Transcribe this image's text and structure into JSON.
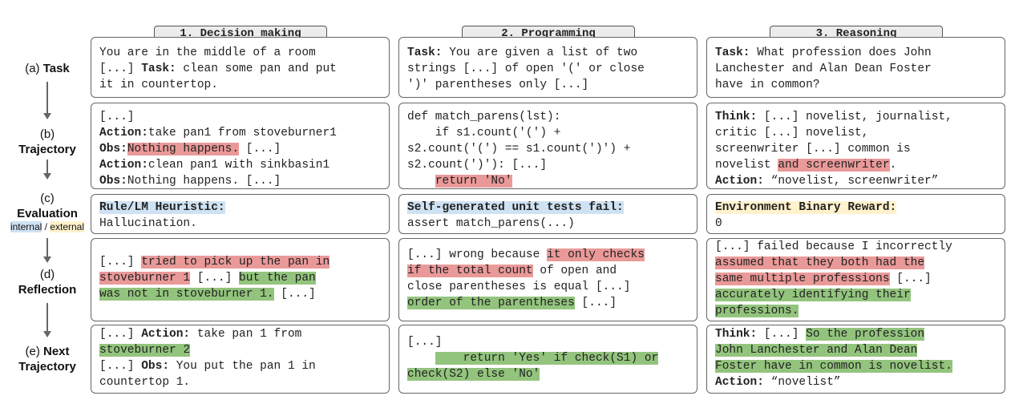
{
  "labels": {
    "task": {
      "prefix": "(a) ",
      "name": "Task"
    },
    "trajectory": {
      "prefix": "(b)",
      "name": "Trajectory"
    },
    "evaluation": {
      "prefix": "(c)",
      "name": "Evaluation",
      "internal": "internal",
      "sep": " / ",
      "external": "external"
    },
    "reflection": {
      "prefix": "(d)",
      "name": "Reflection"
    },
    "next": {
      "prefix": "(e) ",
      "name": "Next",
      "name2": "Trajectory"
    }
  },
  "columns": [
    {
      "header": "1. Decision making",
      "task": {
        "l1": "You are in the middle of a room",
        "l2a": "[...] ",
        "l2b": "Task:",
        "l2c": " clean some pan and put",
        "l3": "it in countertop."
      },
      "trajectory": {
        "l1": "[...]",
        "l2a": "Action:",
        "l2b": "take pan1 from stoveburner1",
        "l3a": "Obs:",
        "l3b": "Nothing happens.",
        "l3c": " [...]",
        "l4a": "Action:",
        "l4b": "clean pan1 with sinkbasin1",
        "l5a": "Obs:",
        "l5b": "Nothing happens. [...]"
      },
      "evaluation": {
        "title": "Rule/LM Heuristic:",
        "body": "Hallucination."
      },
      "reflection": {
        "l1a": "[...] ",
        "l1b": "tried to pick up the pan in",
        "l2a": "stoveburner 1",
        "l2b": " [...] ",
        "l2c": "but the pan",
        "l3a": "was not in stoveburner 1.",
        "l3b": " [...]"
      },
      "next": {
        "l1a": "[...] ",
        "l1b": "Action:",
        "l1c": " take pan 1 from",
        "l2": "stoveburner 2",
        "l3a": "[...] ",
        "l3b": "Obs:",
        "l3c": " You put the pan 1 in",
        "l4": "countertop 1."
      }
    },
    {
      "header": "2. Programming",
      "task": {
        "l1a": "Task:",
        "l1b": " You are given a list of two",
        "l2": "strings [...] of open '(' or close",
        "l3": "')' parentheses only [...]"
      },
      "trajectory": {
        "l1": "def match_parens(lst):",
        "l2": "    if s1.count('(') +",
        "l3": "s2.count('(') == s1.count(')') +",
        "l4": "s2.count(')'): [...]",
        "l5a": "    ",
        "l5b": "return 'No'"
      },
      "evaluation": {
        "title": "Self-generated unit tests fail:",
        "body": "assert match_parens(...)"
      },
      "reflection": {
        "l1a": "[...] wrong because ",
        "l1b": "it only checks",
        "l2a": "if the total count",
        "l2b": " of open and",
        "l3": "close parentheses is equal [...]",
        "l4a": "order of the parentheses",
        "l4b": " [...]"
      },
      "next": {
        "l1": "[...]",
        "l2": "    return 'Yes' if check(S1) or",
        "l3": "check(S2) else 'No'"
      }
    },
    {
      "header": "3. Reasoning",
      "task": {
        "l1a": "Task:",
        "l1b": " What profession does John",
        "l2": "Lanchester and Alan Dean Foster",
        "l3": "have in common?"
      },
      "trajectory": {
        "l1a": "Think:",
        "l1b": " [...] novelist, journalist,",
        "l2": "critic [...] novelist,",
        "l3": "screenwriter [...] common is",
        "l4a": "novelist ",
        "l4b": "and screenwriter",
        "l4c": ".",
        "l5a": "Action:",
        "l5b": " “novelist, screenwriter”"
      },
      "evaluation": {
        "title": "Environment Binary Reward:",
        "body": "0"
      },
      "reflection": {
        "l1": "[...] failed because I incorrectly",
        "l2": "assumed that they both had the",
        "l3a": "same multiple professions",
        "l3b": " [...]",
        "l4": "accurately identifying their",
        "l5": "professions."
      },
      "next": {
        "l1a": "Think:",
        "l1b": " [...] ",
        "l1c": "So the profession",
        "l2": "John Lanchester and Alan Dean",
        "l3": "Foster have in common is novelist.",
        "l4a": "Action:",
        "l4b": " “novelist”"
      }
    }
  ]
}
